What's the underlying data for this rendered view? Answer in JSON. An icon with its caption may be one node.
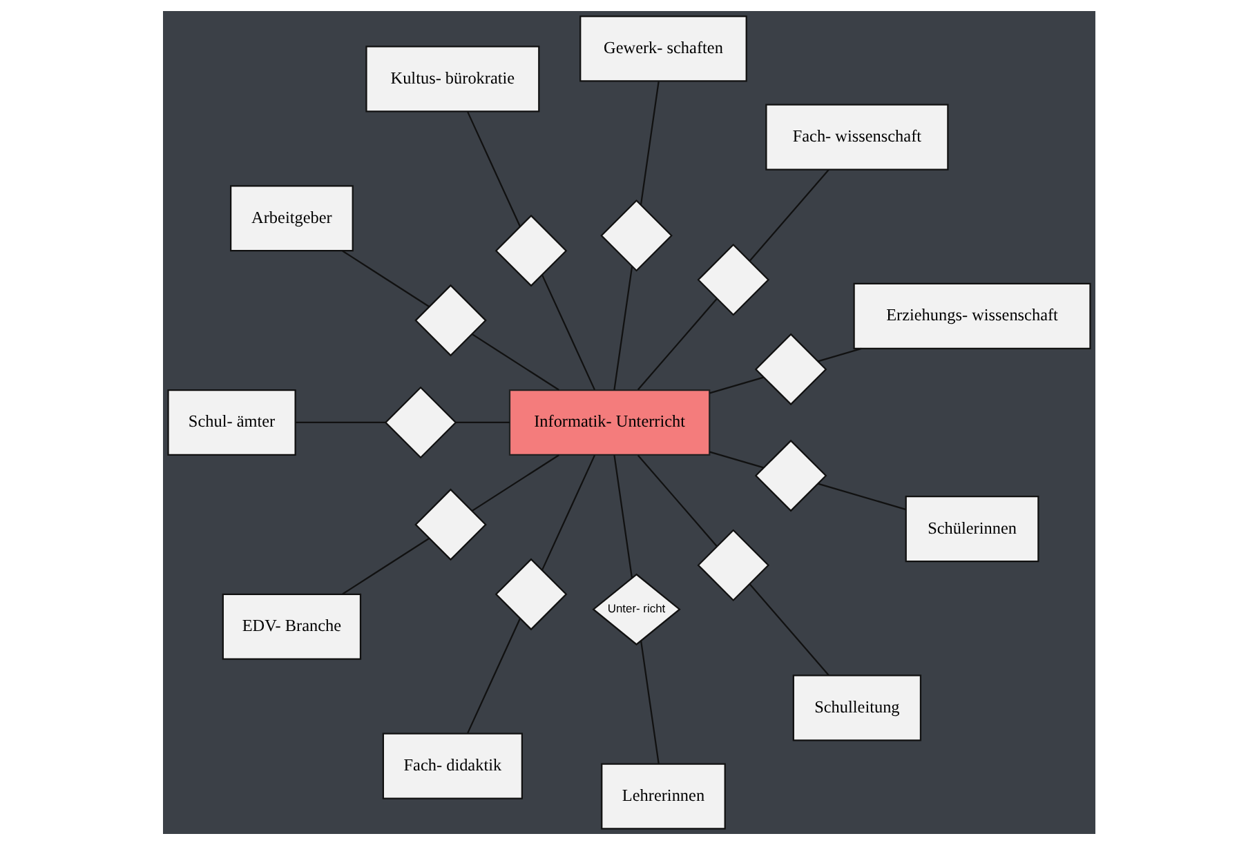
{
  "diagram": {
    "nodes": [
      {
        "text": [
          "Erziehungs- wissenschaft"
        ]
      },
      {
        "text": [
          "Fach- wissenschaft"
        ]
      },
      {
        "text": [
          "Gewerk- schaften"
        ]
      },
      {
        "text": [
          "Kultus- bürokratie"
        ]
      },
      {
        "text": [
          "Arbeitgeber"
        ]
      },
      {
        "text": [
          "Informatik- Unterricht"
        ]
      },
      {
        "text": [
          "Schul- ämter"
        ]
      },
      {
        "text": [
          "EDV- Branche"
        ]
      },
      {
        "text": [
          "Fach- didaktik"
        ]
      },
      {
        "text": [
          "Lehrerinnen"
        ]
      },
      {
        "text": [
          "Schulleitung"
        ]
      },
      {
        "text": [
          "Schülerinnen"
        ]
      },
      {
        "text": [],
        "shape": "diamond"
      },
      {
        "text": [],
        "shape": "diamond"
      },
      {
        "text": [],
        "shape": "diamond"
      },
      {
        "text": [],
        "shape": "diamond"
      },
      {
        "text": [],
        "shape": "diamond"
      },
      {
        "text": [],
        "shape": "diamond"
      },
      {
        "text": [],
        "shape": "diamond"
      },
      {
        "text": [],
        "shape": "diamond"
      },
      {
        "text": [
          "Unter- richt"
        ]
      },
      {
        "text": [],
        "shape": "diamond"
      },
      {
        "text": [],
        "shape": "diamond"
      }
    ],
    "edges": [
      {
        "from": 5,
        "to": 12,
        "arrow": "none"
      },
      {
        "from": 12,
        "to": 0,
        "arrow": "none"
      },
      {
        "from": 5,
        "to": 13,
        "arrow": "none"
      },
      {
        "from": 13,
        "to": 1,
        "arrow": "none"
      },
      {
        "from": 5,
        "to": 14,
        "arrow": "none"
      },
      {
        "from": 14,
        "to": 2,
        "arrow": "none"
      },
      {
        "from": 5,
        "to": 15,
        "arrow": "none"
      },
      {
        "from": 15,
        "to": 3,
        "arrow": "none"
      },
      {
        "from": 5,
        "to": 16,
        "arrow": "none"
      },
      {
        "from": 16,
        "to": 4,
        "arrow": "none"
      },
      {
        "from": 5,
        "to": 17,
        "arrow": "none"
      },
      {
        "from": 17,
        "to": 6,
        "arrow": "none"
      },
      {
        "from": 5,
        "to": 18,
        "arrow": "none"
      },
      {
        "from": 18,
        "to": 7,
        "arrow": "none"
      },
      {
        "from": 5,
        "to": 19,
        "arrow": "none"
      },
      {
        "from": 19,
        "to": 8,
        "arrow": "none"
      },
      {
        "from": 5,
        "to": 20,
        "arrow": "none"
      },
      {
        "from": 20,
        "to": 9,
        "arrow": "none"
      },
      {
        "from": 5,
        "to": 21,
        "arrow": "none"
      },
      {
        "from": 21,
        "to": 10,
        "arrow": "none"
      },
      {
        "from": 5,
        "to": 22,
        "arrow": "none"
      },
      {
        "from": 22,
        "to": 11,
        "arrow": "none"
      }
    ]
  }
}
